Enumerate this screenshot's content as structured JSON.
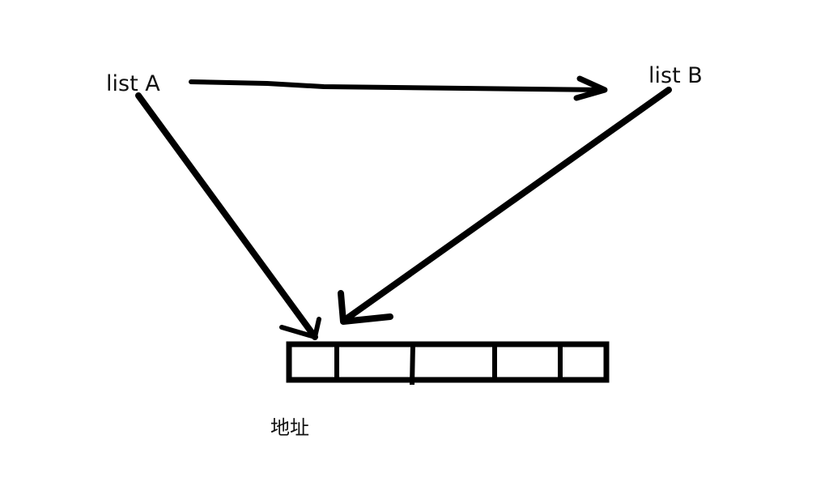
{
  "diagram": {
    "nodes": {
      "list_a": "list A",
      "list_b": "list B",
      "address": "地址"
    },
    "edges": [
      {
        "from": "list A",
        "to": "list B"
      },
      {
        "from": "list A",
        "to": "地址"
      },
      {
        "from": "list B",
        "to": "地址"
      }
    ],
    "memory_cells": 5
  }
}
